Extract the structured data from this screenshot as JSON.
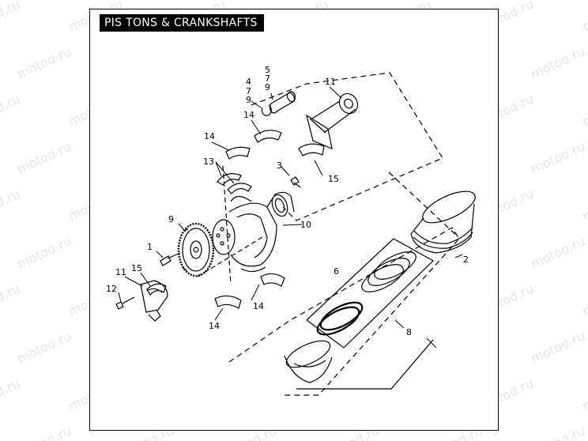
{
  "title": "PIS TONS & CRANKSHAFTS",
  "watermark": "motod.ru",
  "callouts": {
    "c1": "1",
    "c2": "2",
    "c3": "3",
    "c4": "4",
    "c5": "5",
    "c6": "6",
    "c7a": "7",
    "c7b": "7",
    "c8": "8",
    "c9a": "9",
    "c9b": "9",
    "c9c": "9",
    "c10": "10",
    "c11a": "11",
    "c11b": "11",
    "c12": "12",
    "c13": "13",
    "c14a": "14",
    "c14b": "14",
    "c14c": "14",
    "c14d": "14",
    "c15a": "15",
    "c15b": "15"
  },
  "colors": {
    "line": "#000000",
    "background": "#ffffff",
    "title_bg": "#000000",
    "title_text": "#ffffff",
    "watermark": "#e6e6e6"
  }
}
